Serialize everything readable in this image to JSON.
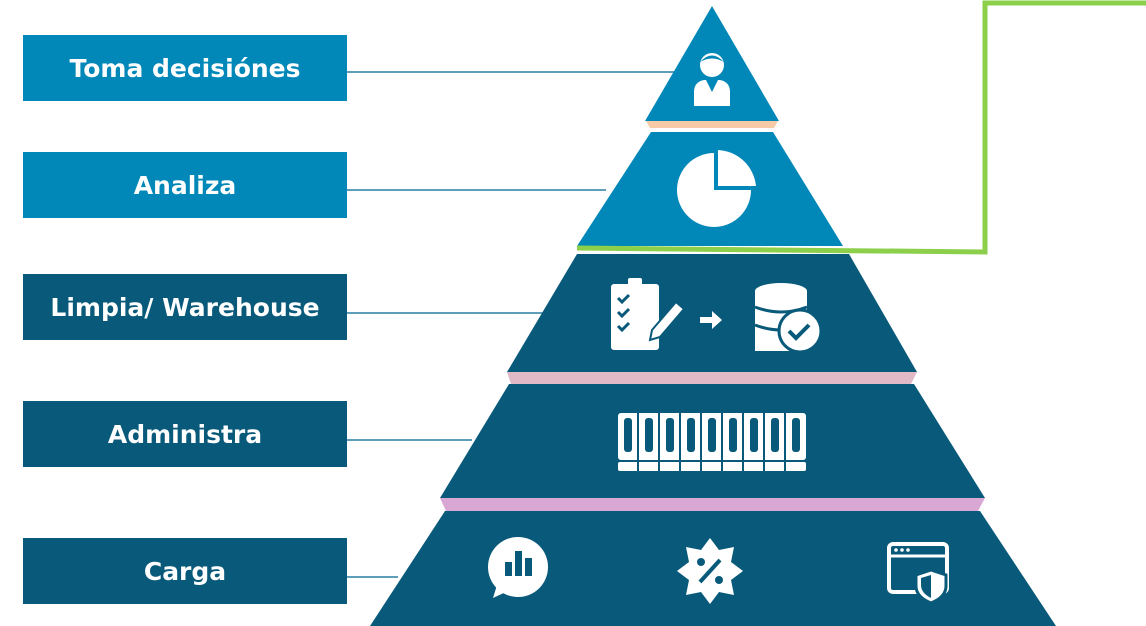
{
  "levels": [
    {
      "label": "Toma decisiónes",
      "icon": "manager-icon"
    },
    {
      "label": "Analiza",
      "icon": "pie-chart-icon"
    },
    {
      "label": "Limpia/ Warehouse",
      "icons": [
        "checklist-edit-icon",
        "arrow-right-icon",
        "database-check-icon"
      ]
    },
    {
      "label": "Administra",
      "icon": "server-rack-icon"
    },
    {
      "label": "Carga",
      "icons": [
        "chat-chart-icon",
        "discount-badge-icon",
        "browser-shield-icon"
      ]
    }
  ],
  "colors": {
    "light_blue": "#0288b8",
    "dark_blue": "#095a7a",
    "highlight_green": "#8bcf4a",
    "band_peach": "#f6caa6",
    "band_pink": "#e2b9c6",
    "band_lilac": "#d9a7d4"
  }
}
